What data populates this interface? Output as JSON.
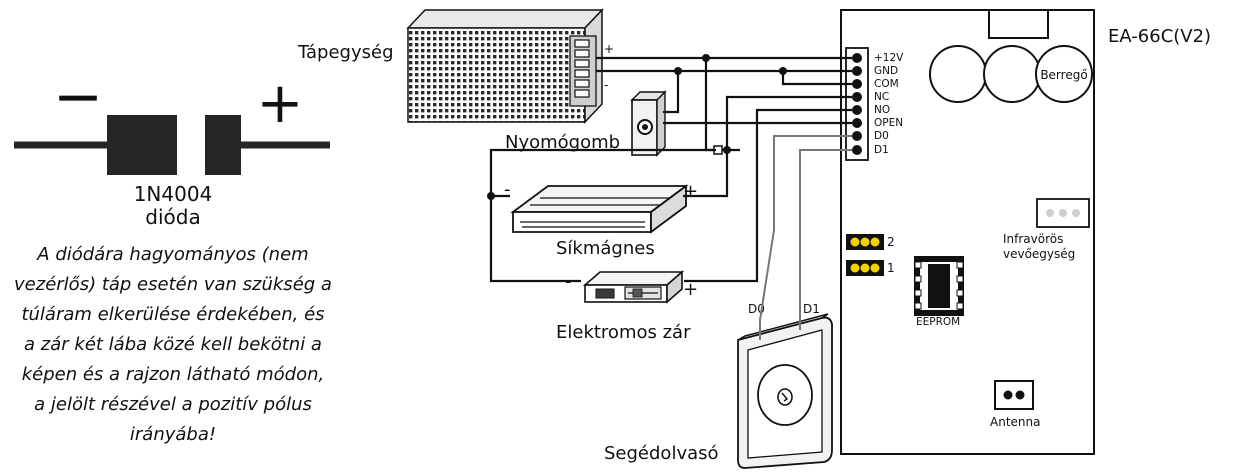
{
  "diode": {
    "minus": "−",
    "plus": "+",
    "part": "1N4004",
    "name": "dióda",
    "note_lines": [
      "A diódára hagyományos (nem",
      "vezérlős) táp esetén van szükség a",
      "túláram elkerülése érdekében, és",
      "a zár két lába közé kell bekötni a",
      "képen és a rajzon látható módon,",
      "a jelölt részével a pozitív pólus",
      "irányába!"
    ]
  },
  "labels": {
    "power_supply": "Tápegység",
    "push_button": "Nyomógomb",
    "magnet": "Síkmágnes",
    "lock": "Elektromos zár",
    "aux_reader": "Segédolvasó",
    "controller": "EA-66C(V2)",
    "plus": "+",
    "minus": "-",
    "d0": "D0",
    "d1": "D1"
  },
  "terminals": [
    "+12V",
    "GND",
    "COM",
    "NC",
    "NO",
    "OPEN",
    "D0",
    "D1"
  ],
  "board": {
    "buzzer": "Berregő",
    "infrared_line1": "Infravörös",
    "infrared_line2": "vevőegység",
    "eeprom": "EEPROM",
    "antenna": "Antenna",
    "jumper_2": "2",
    "jumper_1": "1"
  },
  "colors": {
    "jumper_yellow": "#f2d200",
    "wire": "#111111",
    "diode_body": "#262626"
  }
}
